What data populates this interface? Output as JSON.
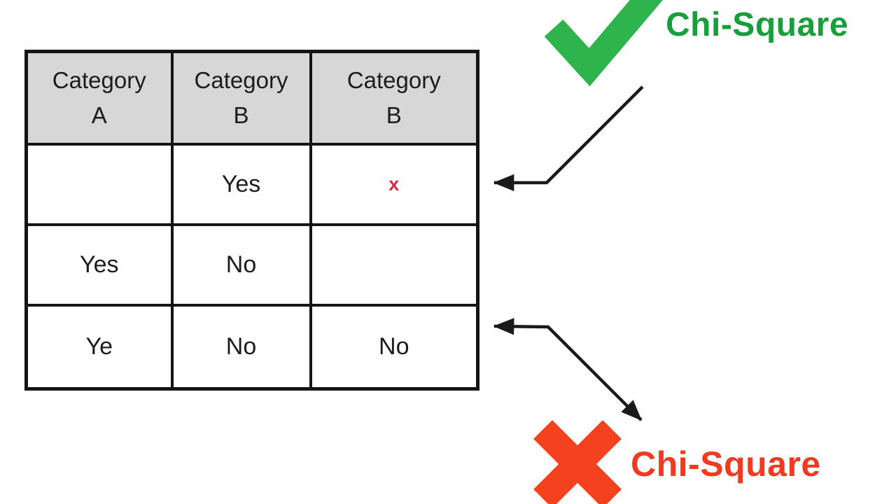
{
  "table": {
    "headers": [
      {
        "line1": "Category",
        "line2": "A"
      },
      {
        "line1": "Category",
        "line2": "B"
      },
      {
        "line1": "Category",
        "line2": "B"
      }
    ],
    "rows": [
      [
        "",
        "Yes",
        "x"
      ],
      [
        "Yes",
        "No",
        ""
      ],
      [
        "Ye",
        "No",
        "No"
      ]
    ]
  },
  "labels": {
    "valid_label": "Chi-Square",
    "invalid_label": "Chi-Square"
  },
  "icons": {
    "check_icon": "green-check-mark",
    "cross_icon": "red-cross-mark",
    "arrow_top": "arrow-to-row-1",
    "arrow_bottom": "arrow-to-row-3"
  },
  "colors": {
    "check_green": "#2eb44d",
    "valid_text_green": "#189e3b",
    "cross_red": "#f4421e",
    "invalid_text_red": "#ee3b22",
    "cell_x_red": "#d4294a",
    "header_gray": "#d7d7d7",
    "border_black": "#141414",
    "arrow_black": "#1a1a1a"
  }
}
